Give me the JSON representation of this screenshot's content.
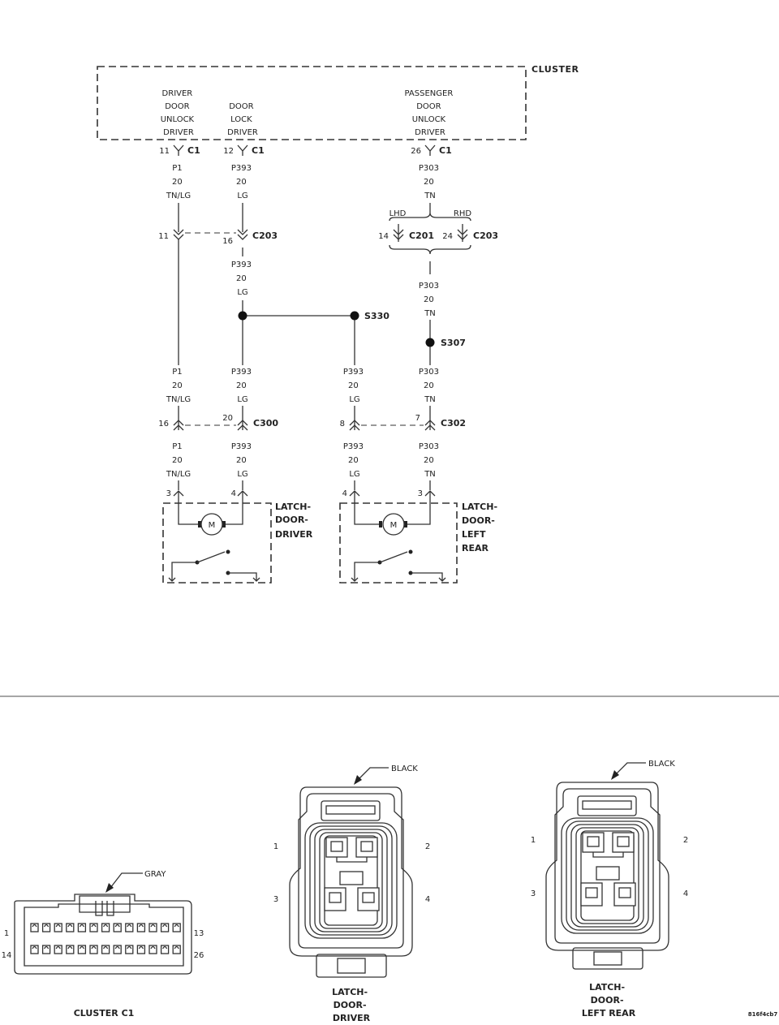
{
  "cluster": {
    "title": "CLUSTER",
    "functions": [
      [
        "DRIVER",
        "DOOR",
        "UNLOCK",
        "DRIVER"
      ],
      [
        "DOOR",
        "LOCK",
        "DRIVER"
      ],
      [
        "PASSENGER",
        "DOOR",
        "UNLOCK",
        "DRIVER"
      ]
    ]
  },
  "pins": {
    "c1_11": "11",
    "c1_12": "12",
    "c1_26": "26",
    "c203_11": "11",
    "c203_16": "16",
    "c201_14": "14",
    "c203_24": "24",
    "c300_16": "16",
    "c300_20": "20",
    "c302_8": "8",
    "c302_7": "7",
    "drv_3": "3",
    "drv_4": "4",
    "lr_4": "4",
    "lr_3": "3"
  },
  "connectors": {
    "c1": "C1",
    "c203": "C203",
    "c201": "C201",
    "c300": "C300",
    "c302": "C302"
  },
  "splices": {
    "s330": "S330",
    "s307": "S307"
  },
  "harness": {
    "lhd": "LHD",
    "rhd": "RHD"
  },
  "wires": {
    "p1_c1": [
      "P1",
      "20",
      "TN/LG"
    ],
    "p393_c1": [
      "P393",
      "20",
      "LG"
    ],
    "p303_c1": [
      "P303",
      "20",
      "TN"
    ],
    "p393_mid": [
      "P393",
      "20",
      "LG"
    ],
    "p303_mid": [
      "P303",
      "20",
      "TN"
    ],
    "p1_up": [
      "P1",
      "20",
      "TN/LG"
    ],
    "p393_up": [
      "P393",
      "20",
      "LG"
    ],
    "p393_s330": [
      "P393",
      "20",
      "LG"
    ],
    "p303_up": [
      "P303",
      "20",
      "TN"
    ],
    "p1_low": [
      "P1",
      "20",
      "TN/LG"
    ],
    "p393_low": [
      "P393",
      "20",
      "LG"
    ],
    "p393_lr": [
      "P393",
      "20",
      "LG"
    ],
    "p303_low": [
      "P303",
      "20",
      "TN"
    ]
  },
  "components": {
    "latch_driver": [
      "LATCH-",
      "DOOR-",
      "DRIVER"
    ],
    "latch_left_rear": [
      "LATCH-",
      "DOOR-",
      "LEFT",
      "REAR"
    ],
    "motor_symbol": "M"
  },
  "views": {
    "cluster_c1": {
      "title": "CLUSTER C1",
      "color": "GRAY",
      "pin_tl": "1",
      "pin_tr": "13",
      "pin_bl": "14",
      "pin_br": "26"
    },
    "latch_driver": {
      "title": [
        "LATCH-",
        "DOOR-",
        "DRIVER"
      ],
      "color": "BLACK",
      "p1": "1",
      "p2": "2",
      "p3": "3",
      "p4": "4"
    },
    "latch_left_rear": {
      "title": [
        "LATCH-",
        "DOOR-",
        "LEFT REAR"
      ],
      "color": "BLACK",
      "p1": "1",
      "p2": "2",
      "p3": "3",
      "p4": "4"
    }
  },
  "figure_id": "816f4cb7"
}
